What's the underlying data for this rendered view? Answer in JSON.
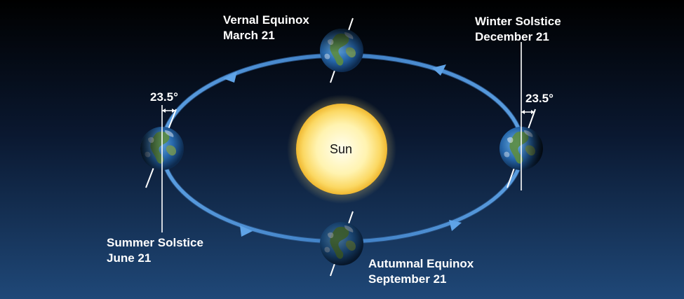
{
  "sun": {
    "label": "Sun"
  },
  "positions": {
    "vernal": {
      "name": "Vernal Equinox",
      "date": "March 21"
    },
    "winter": {
      "name": "Winter Solstice",
      "date": "December 21"
    },
    "summer": {
      "name": "Summer Solstice",
      "date": "June 21"
    },
    "autumnal": {
      "name": "Autumnal Equinox",
      "date": "September 21"
    }
  },
  "tilt": {
    "left": "23.5°",
    "right": "23.5°"
  },
  "colors": {
    "orbit": "#4a8fd4",
    "sun_core": "#fffbe0",
    "sun_edge": "#f2c43a",
    "ocean": "#1f63a8",
    "land": "#4f7f3a"
  },
  "icons": [
    "sun",
    "earth",
    "orbit-arrow"
  ]
}
